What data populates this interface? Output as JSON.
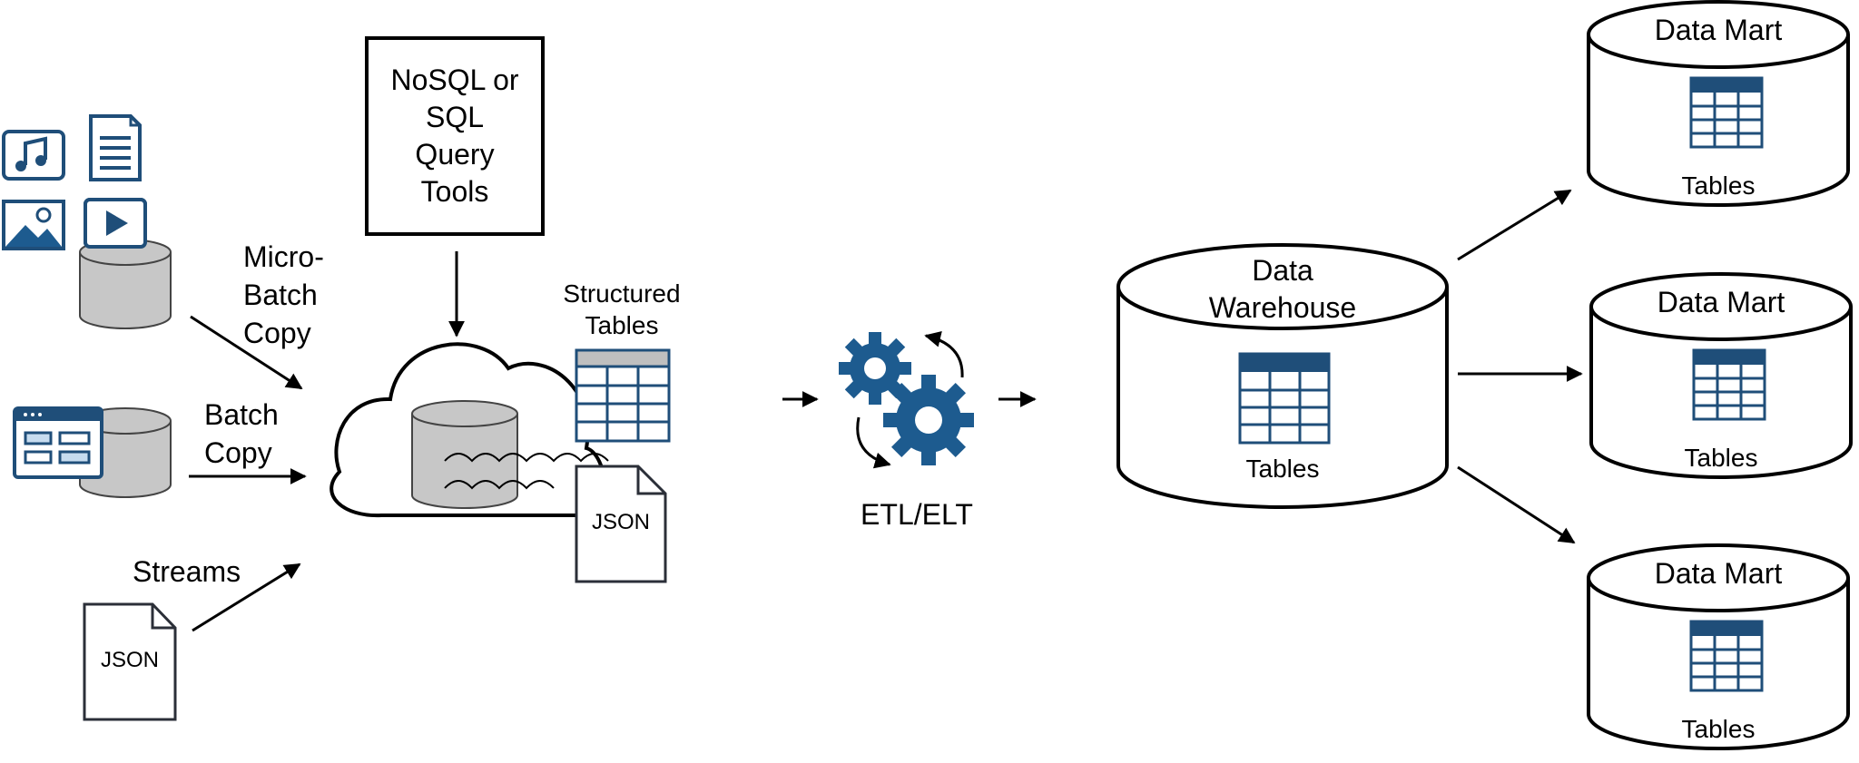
{
  "sources": {
    "micro_batch_label": [
      "Micro-",
      "Batch",
      "Copy"
    ],
    "batch_label": [
      "Batch",
      "Copy"
    ],
    "streams_label": "Streams",
    "stream_file_label": "JSON"
  },
  "query_tools": {
    "lines": [
      "NoSQL or",
      "SQL",
      "Query",
      "Tools"
    ]
  },
  "data_lake": {
    "structured_tables_label": [
      "Structured",
      "Tables"
    ],
    "json_file_label": "JSON"
  },
  "etl": {
    "label": "ETL/ELT"
  },
  "data_warehouse": {
    "title": [
      "Data",
      "Warehouse"
    ],
    "tables_label": "Tables"
  },
  "data_marts": [
    {
      "title": "Data Mart",
      "tables_label": "Tables"
    },
    {
      "title": "Data Mart",
      "tables_label": "Tables"
    },
    {
      "title": "Data Mart",
      "tables_label": "Tables"
    }
  ],
  "colors": {
    "navy": "#1f4e79",
    "icon_blue": "#1d5b8f",
    "light_blue": "#c7dcef",
    "db_gray": "#c7c7c7",
    "stroke": "#2b2f38"
  }
}
